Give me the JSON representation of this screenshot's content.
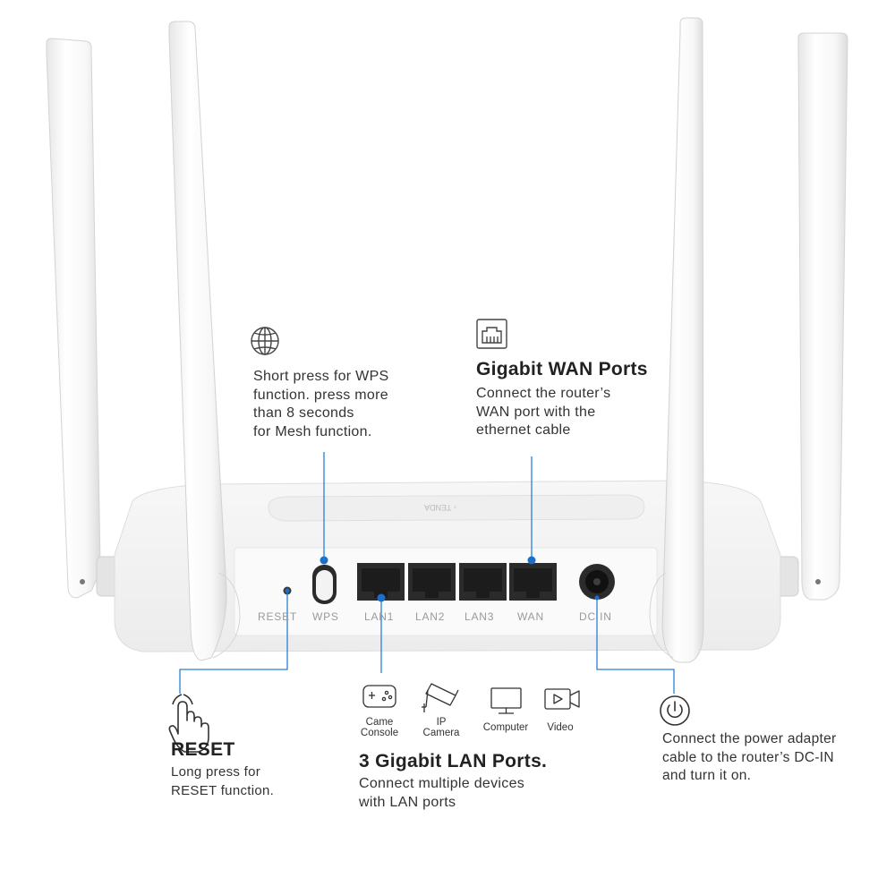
{
  "colors": {
    "accent": "#1b6fc9",
    "leader_line": "#2a7fd6",
    "router_body": "#f4f4f4",
    "port_dark": "#2b2b2b"
  },
  "router": {
    "ports": {
      "reset": "RESET",
      "wps": "WPS",
      "lan1": "LAN1",
      "lan2": "LAN2",
      "lan3": "LAN3",
      "wan": "WAN",
      "dc_in": "DC IN"
    }
  },
  "callouts": {
    "wps": {
      "icon": "globe-icon",
      "lines": [
        "Short press for WPS",
        "function. press more",
        "than 8 seconds",
        "for Mesh function."
      ]
    },
    "wan": {
      "icon": "ethernet-port-icon",
      "title": "Gigabit WAN Ports",
      "lines": [
        "Connect the router’s",
        "WAN port with the",
        "ethernet cable"
      ]
    },
    "reset": {
      "icon": "hand-pointer-icon",
      "title": "RESET",
      "lines": [
        "Long press for",
        "RESET function."
      ]
    },
    "lan": {
      "title": "3 Gigabit LAN Ports.",
      "lines": [
        "Connect multiple devices",
        "with LAN ports"
      ],
      "devices": [
        {
          "icon": "game-controller-icon",
          "label_lines": [
            "Came",
            "Console"
          ]
        },
        {
          "icon": "ip-camera-icon",
          "label_lines": [
            "IP",
            "Camera"
          ]
        },
        {
          "icon": "computer-monitor-icon",
          "label_lines": [
            "Computer"
          ]
        },
        {
          "icon": "video-icon",
          "label_lines": [
            "Video"
          ]
        }
      ]
    },
    "power": {
      "icon": "power-icon",
      "lines": [
        "Connect the power adapter",
        "cable to the router’s DC-IN",
        "and turn it on."
      ]
    }
  }
}
